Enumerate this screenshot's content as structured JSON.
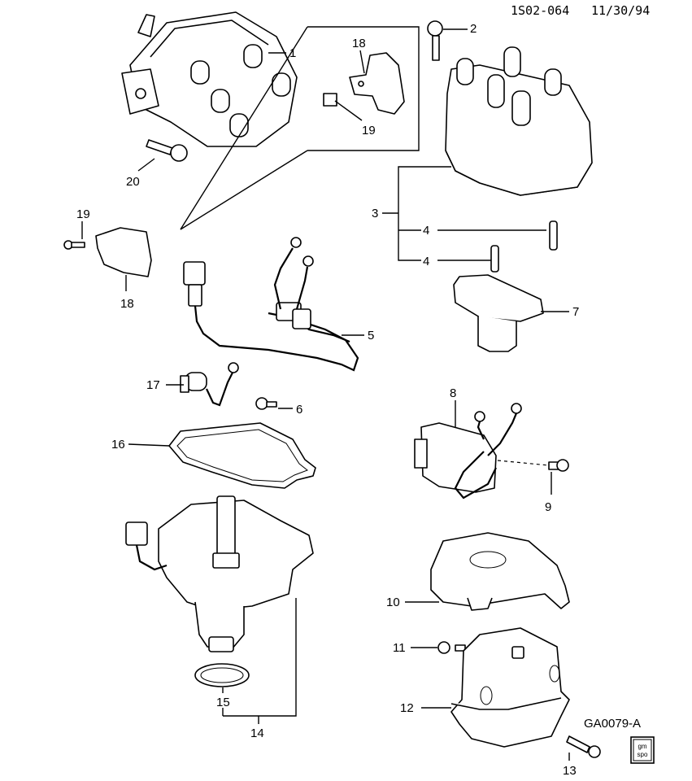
{
  "header": {
    "doc_id": "1S02-064",
    "date": "11/30/94"
  },
  "figure_code": "GA0079-A",
  "logo": {
    "line1": "gm",
    "line2": "spo"
  },
  "callouts": {
    "c1": "1",
    "c2": "2",
    "c3": "3",
    "c4a": "4",
    "c4b": "4",
    "c5": "5",
    "c6": "6",
    "c7": "7",
    "c8": "8",
    "c9": "9",
    "c10": "10",
    "c11": "11",
    "c12": "12",
    "c13": "13",
    "c14": "14",
    "c15": "15",
    "c16": "16",
    "c17": "17",
    "c18a": "18",
    "c18b": "18",
    "c19a": "19",
    "c19b": "19",
    "c20": "20"
  }
}
